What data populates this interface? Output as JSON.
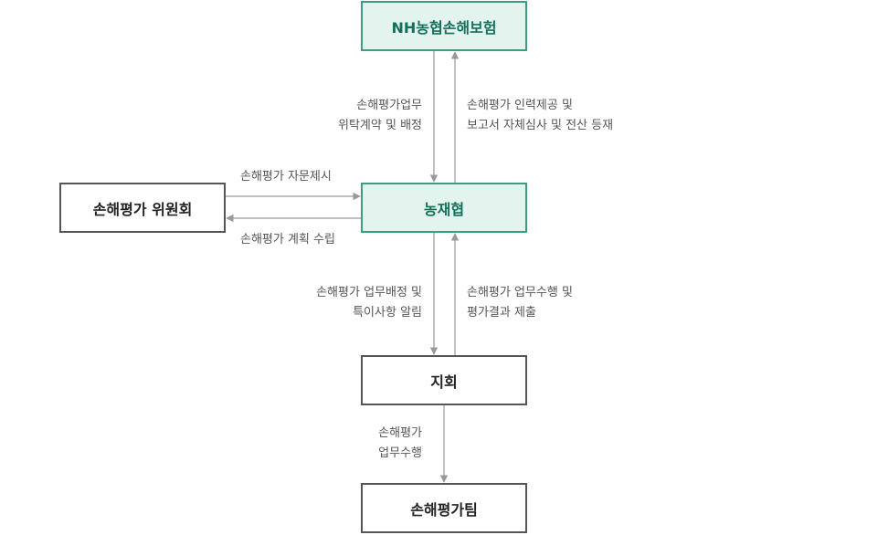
{
  "nodes": {
    "nh": "NH농협손해보험",
    "center": "농재협",
    "committee": "손해평가 위원회",
    "branch": "지회",
    "team": "손해평가팀"
  },
  "edges": {
    "nh_to_center": "손해평가업무\n위탁계약 및 배정",
    "center_to_nh": "손해평가 인력제공 및\n보고서 자체심사 및 전산 등재",
    "center_to_committee": "손해평가 자문제시",
    "committee_to_center": "손해평가 계획 수립",
    "center_to_branch": "손해평가 업무배정 및\n특이사항 알림",
    "branch_to_center": "손해평가 업무수행 및\n평가결과 제출",
    "branch_to_team": "손해평가\n업무수행"
  },
  "colors": {
    "highlight_fill": "#e3f4ee",
    "highlight_border": "#3f9b82",
    "highlight_text": "#15705a",
    "arrow": "#999999"
  }
}
